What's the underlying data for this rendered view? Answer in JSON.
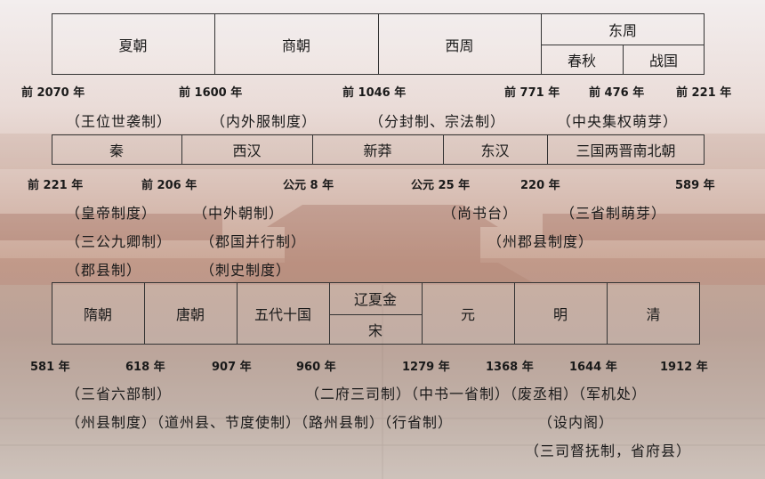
{
  "row1": {
    "cells": [
      "夏朝",
      "商朝",
      "西周"
    ],
    "dongzhou": "东周",
    "sub": [
      "春秋",
      "战国"
    ],
    "years": [
      "前 2070 年",
      "前 1600 年",
      "前 1046 年",
      "前 771 年",
      "前 476 年",
      "前 221 年"
    ],
    "notes": [
      "（王位世袭制）",
      "（内外服制度）",
      "（分封制、宗法制）",
      "（中央集权萌芽）"
    ]
  },
  "row2": {
    "cells": [
      "秦",
      "西汉",
      "新莽",
      "东汉",
      "三国两晋南北朝"
    ],
    "years": [
      "前 221 年",
      "前 206 年",
      "公元 8 年",
      "公元 25 年",
      "220 年",
      "589 年"
    ],
    "notes": [
      "（皇帝制度）",
      "（中外朝制）",
      "（尚书台）",
      "（三省制萌芽）",
      "（三公九卿制）",
      "（郡国并行制）",
      "（州郡县制度）",
      "（郡县制）",
      "（刺史制度）"
    ]
  },
  "row3": {
    "cells": [
      "隋朝",
      "唐朝",
      "五代十国",
      "辽夏金",
      "宋",
      "元",
      "明",
      "清"
    ],
    "years": [
      "581 年",
      "618 年",
      "907 年",
      "960 年",
      "1279 年",
      "1368 年",
      "1644 年",
      "1912 年"
    ],
    "notes": [
      "（三省六部制）",
      "（二府三司制）（中书一省制）（废丞相）（军机处）",
      "（州县制度）（道州县、节度使制）（路州县制）（行省制）",
      "（设内阁）",
      "（三司督抚制，省府县）"
    ]
  }
}
